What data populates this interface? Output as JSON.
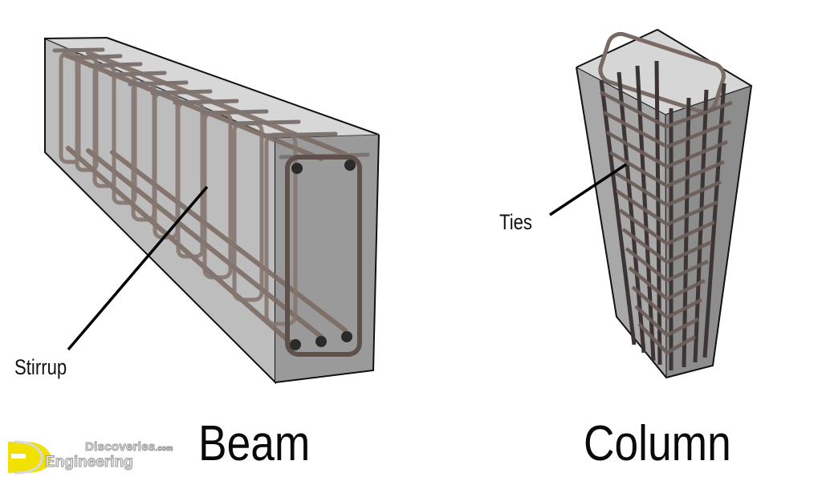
{
  "figure": {
    "beam": {
      "title": "Beam",
      "callout": "Stirrup",
      "stirrup_count": 12
    },
    "column": {
      "title": "Column",
      "callout": "Ties",
      "tie_count": 13
    }
  },
  "watermark": {
    "line1": "Discoveries",
    "line1_suffix": ".com",
    "line2": "Engineering",
    "logo_color": "#f2e000"
  },
  "colors": {
    "concrete_face": "#b9b9b9",
    "concrete_dark": "#8d8d8d",
    "rebar": "#7b6a62",
    "edge": "#111111"
  }
}
